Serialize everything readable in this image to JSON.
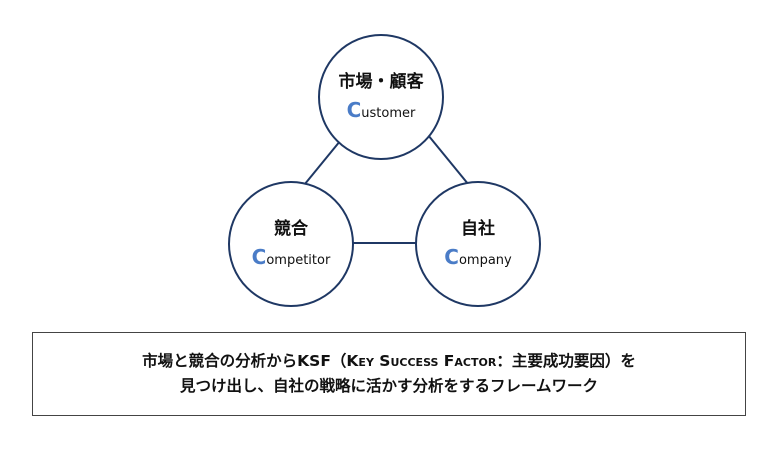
{
  "circles": {
    "customer": {
      "title": "市場・顧客",
      "initial": "C",
      "rest": "ustomer"
    },
    "competitor": {
      "title": "競合",
      "initial": "C",
      "rest": "ompetitor"
    },
    "company": {
      "title": "自社",
      "initial": "C",
      "rest": "ompany"
    }
  },
  "caption": {
    "line1_pre": "市場と競合の分析からKSF（",
    "line1_term": "Key Success Factor",
    "line1_post": "：主要成功要因）を",
    "line2": "見つけ出し、自社の戦略に活かす分析をするフレームワーク"
  },
  "colors": {
    "circle_border": "#1f3864",
    "initial_letter": "#4a7cc7"
  }
}
